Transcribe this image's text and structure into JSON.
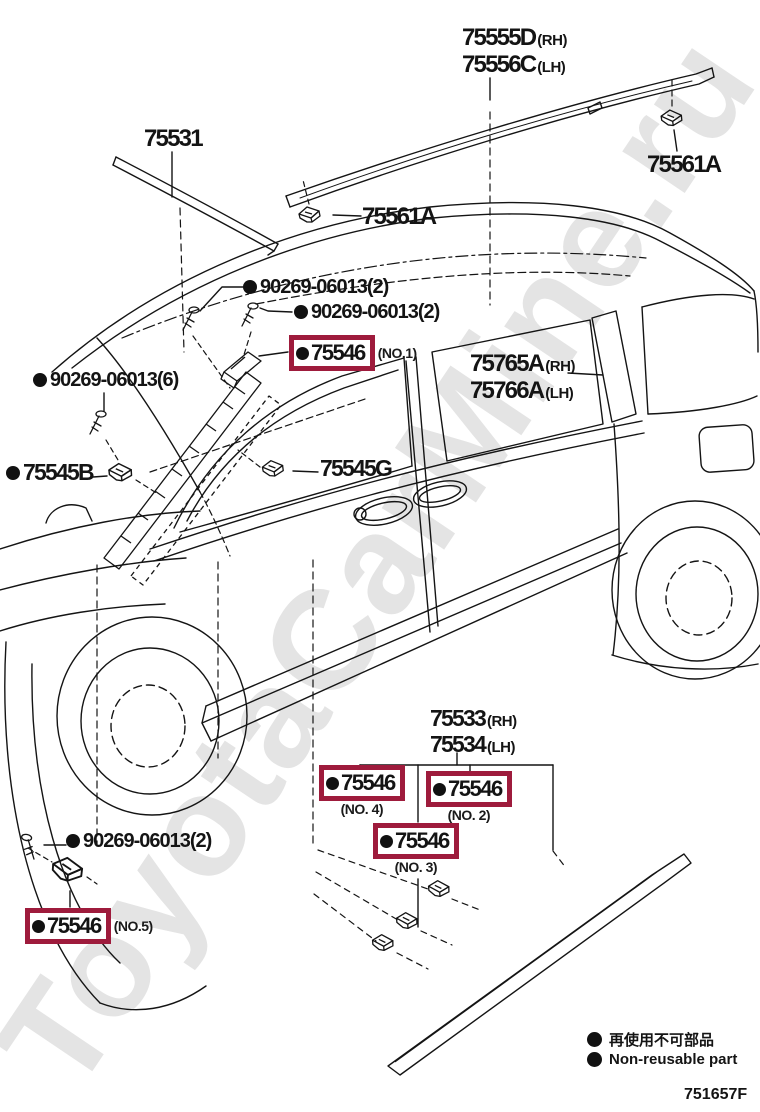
{
  "watermark": "ToyotaCarMine.ru",
  "diagram_code": "751657F",
  "legend": {
    "jp": "再使用不可部品",
    "en": "Non-reusable part"
  },
  "labels": {
    "roof_drip_rh": {
      "main": "75555D",
      "suffix": "(RH)"
    },
    "roof_drip_lh": {
      "main": "75556C",
      "suffix": "(LH)"
    },
    "roof_clip_right": "75561A",
    "windshield_moulding": "75531",
    "roof_clip_left": "75561A",
    "screw_top_1": "90269-06013(2)",
    "screw_top_2": "90269-06013(2)",
    "screw_windshield": "90269-06013(6)",
    "screw_bottom": "90269-06013(2)",
    "pad_no1": {
      "number": "75546",
      "note": "(NO.1)"
    },
    "quarter_rh": {
      "main": "75765A",
      "suffix": "(RH)"
    },
    "quarter_lh": {
      "main": "75766A",
      "suffix": "(LH)"
    },
    "clip_75545b": "75545B",
    "clip_75545g": "75545G",
    "body_side_rh": {
      "main": "75533",
      "suffix": "(RH)"
    },
    "body_side_lh": {
      "main": "75534",
      "suffix": "(LH)"
    },
    "pad_no4": {
      "number": "75546",
      "note": "(NO. 4)"
    },
    "pad_no2": {
      "number": "75546",
      "note": "(NO. 2)"
    },
    "pad_no3": {
      "number": "75546",
      "note": "(NO. 3)"
    },
    "pad_no5": {
      "number": "75546",
      "note": "(NO.5)"
    }
  },
  "colors": {
    "highlight": "#9e1b3c",
    "ink": "#141414",
    "watermark": "#e4e4e4"
  }
}
